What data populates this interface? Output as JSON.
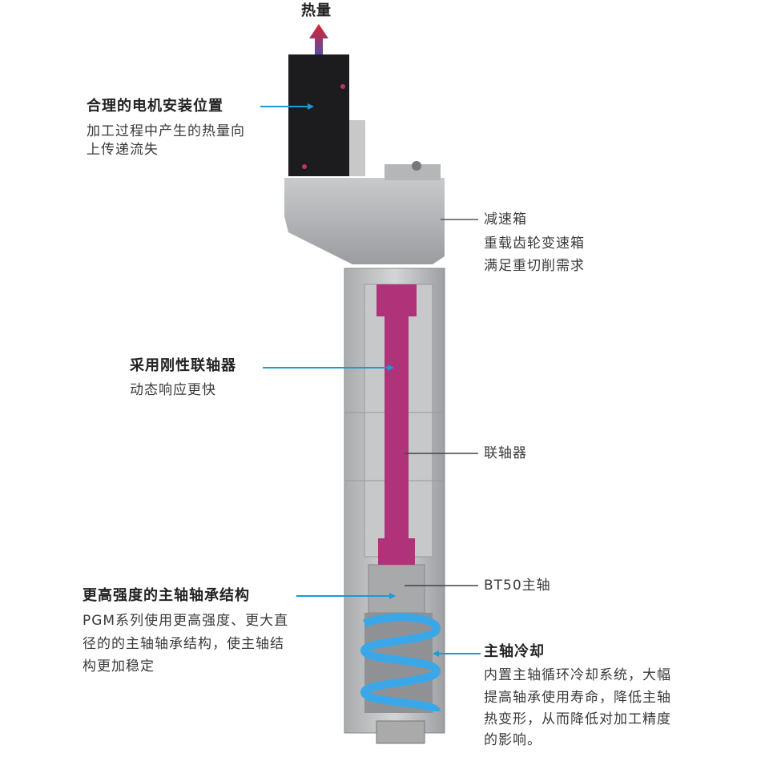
{
  "heat_label": "热量",
  "callouts": {
    "motor": {
      "title": "合理的电机安装位置",
      "lines": [
        "加工过程中产生的热量向",
        "上传递流失"
      ]
    },
    "gearbox": {
      "lines": [
        "减速箱",
        "重载齿轮变速箱",
        "满足重切削需求"
      ]
    },
    "coupling_rigid": {
      "title": "采用刚性联轴器",
      "lines": [
        "动态响应更快"
      ]
    },
    "coupling": {
      "label": "联轴器"
    },
    "bearing": {
      "title": "更高强度的主轴轴承结构",
      "lines": [
        "PGM系列使用更高强度、更大直",
        "径的的主轴轴承结构，使主轴结",
        "构更加稳定"
      ]
    },
    "spindle": {
      "label": "BT50主轴"
    },
    "cooling": {
      "title": "主轴冷却",
      "lines": [
        "内置主轴循环冷却系统，大幅",
        "提高轴承使用寿命，降低主轴",
        "热变形，从而降低对加工精度",
        "的影响。"
      ]
    }
  },
  "colors": {
    "accent": "#1a9ad6",
    "coupling": "#b0337a",
    "coil": "#3aa8e8",
    "motor": "#1a1a1a"
  }
}
